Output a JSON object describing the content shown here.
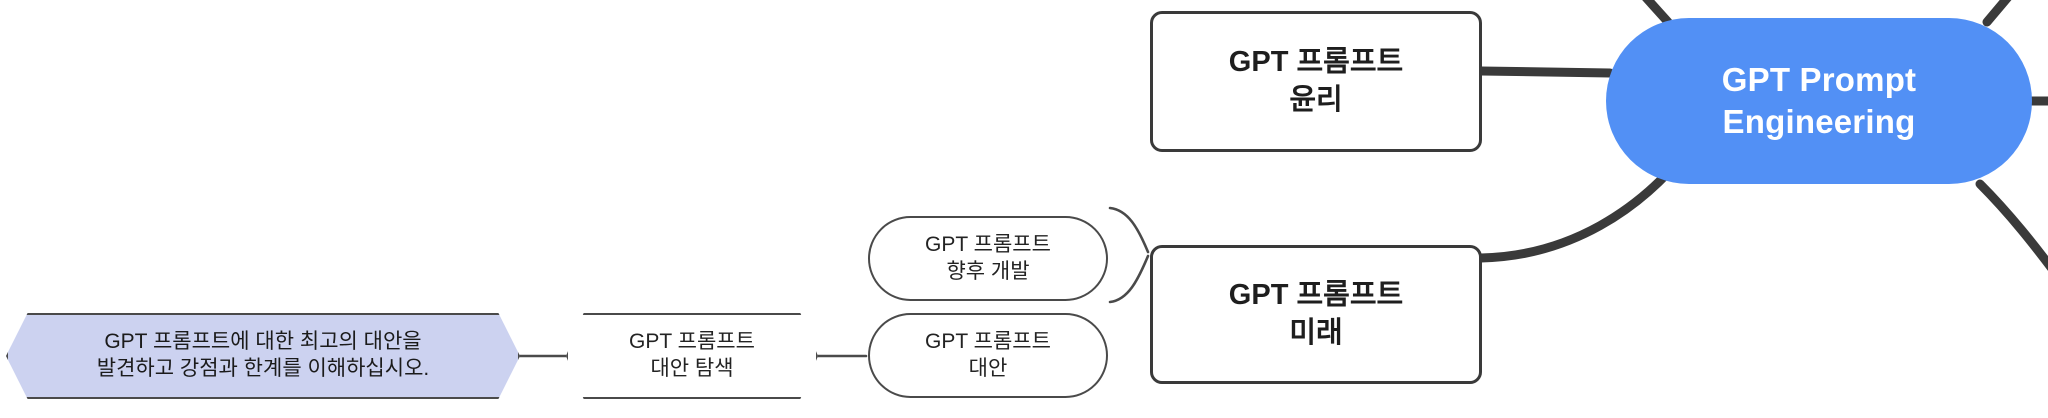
{
  "diagram": {
    "type": "mindmap",
    "title": "GPT Prompt Engineering",
    "background_color": "#ffffff",
    "accent_color": "#5290f5",
    "edge_color": "#3a3a3a",
    "thin_edge_color": "#4a4a4a",
    "highlight_fill": "#ccd2f0"
  },
  "nodes": {
    "root": {
      "label": "GPT Prompt\nEngineering",
      "shape": "stadium",
      "fill": "#5290f5",
      "text_color": "#ffffff"
    },
    "ethics": {
      "label": "GPT 프롬프트\n윤리",
      "shape": "rounded-rect",
      "fill": "#ffffff",
      "text_color": "#1e1e1e"
    },
    "future": {
      "label": "GPT 프롬프트\n미래",
      "shape": "rounded-rect",
      "fill": "#ffffff",
      "text_color": "#1e1e1e"
    },
    "future_dev": {
      "label": "GPT 프롬프트\n향후 개발",
      "shape": "stadium",
      "fill": "#ffffff",
      "text_color": "#232323"
    },
    "alternatives": {
      "label": "GPT 프롬프트\n대안",
      "shape": "stadium",
      "fill": "#ffffff",
      "text_color": "#232323"
    },
    "alternatives_explore": {
      "label": "GPT 프롬프트\n대안 탐색",
      "shape": "hexagon",
      "fill": "#ffffff",
      "text_color": "#232323"
    },
    "alternatives_detail": {
      "label": "GPT 프롬프트에 대한 최고의 대안을\n발견하고 강점과 한계를 이해하십시오.",
      "shape": "hexagon",
      "fill": "#ccd2f0",
      "text_color": "#1b1b1b"
    }
  },
  "edges": [
    {
      "from": "ethics",
      "to": "root",
      "style": "thick-straight"
    },
    {
      "from": "future",
      "to": "root",
      "style": "thick-curve"
    },
    {
      "from": "future_dev",
      "to": "future",
      "style": "thin-curve"
    },
    {
      "from": "alternatives",
      "to": "future",
      "style": "thin-curve"
    },
    {
      "from": "alternatives_explore",
      "to": "alternatives",
      "style": "thin-straight"
    },
    {
      "from": "alternatives_detail",
      "to": "alternatives_explore",
      "style": "thin-straight"
    },
    {
      "from": "root",
      "to": "offscreen-top-left",
      "style": "thick-stub"
    },
    {
      "from": "root",
      "to": "offscreen-top-right",
      "style": "thick-stub"
    },
    {
      "from": "root",
      "to": "offscreen-right",
      "style": "thick-stub"
    },
    {
      "from": "root",
      "to": "offscreen-bottom-right",
      "style": "thick-stub"
    }
  ]
}
